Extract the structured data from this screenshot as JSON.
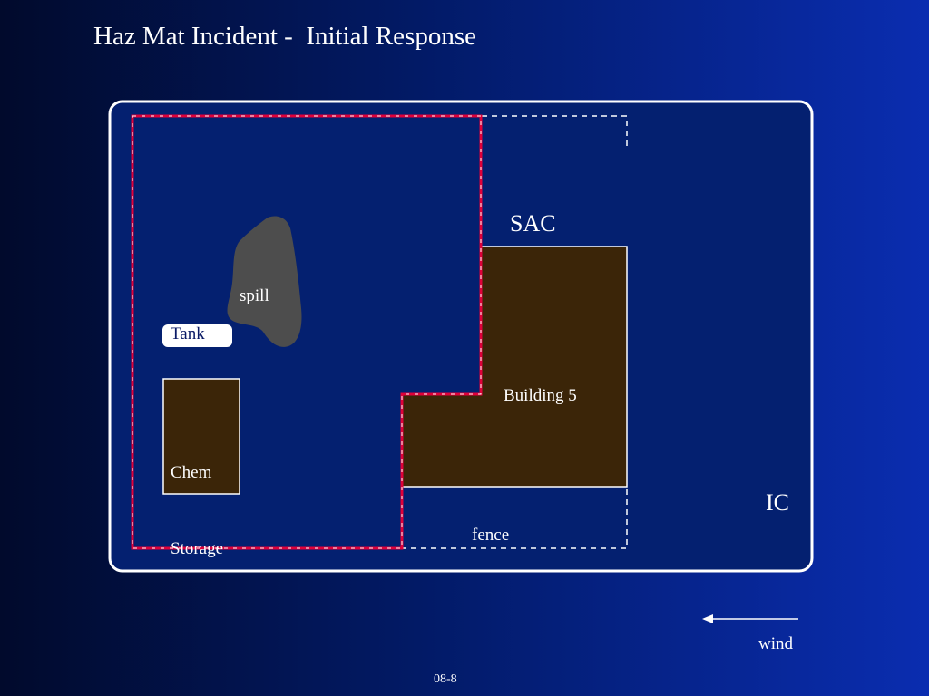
{
  "slide": {
    "title": "Haz Mat Incident -  Initial Response",
    "slide_number": "08-8"
  },
  "diagram": {
    "labels": {
      "sac": "SAC",
      "ic": "IC",
      "building": "Building 5",
      "spill": "spill",
      "tank": "Tank",
      "chem_storage_line1": "Chem",
      "chem_storage_line2": "Storage",
      "fence": "fence",
      "wind": "wind"
    },
    "colors": {
      "background_dark": "#010a2c",
      "background_light": "#0a2db0",
      "site_fill": "#042070",
      "building_fill": "#3b2508",
      "hot_zone_line": "#e0003a",
      "spill_fill": "#4d4d4d",
      "outline": "#ffffff"
    }
  }
}
